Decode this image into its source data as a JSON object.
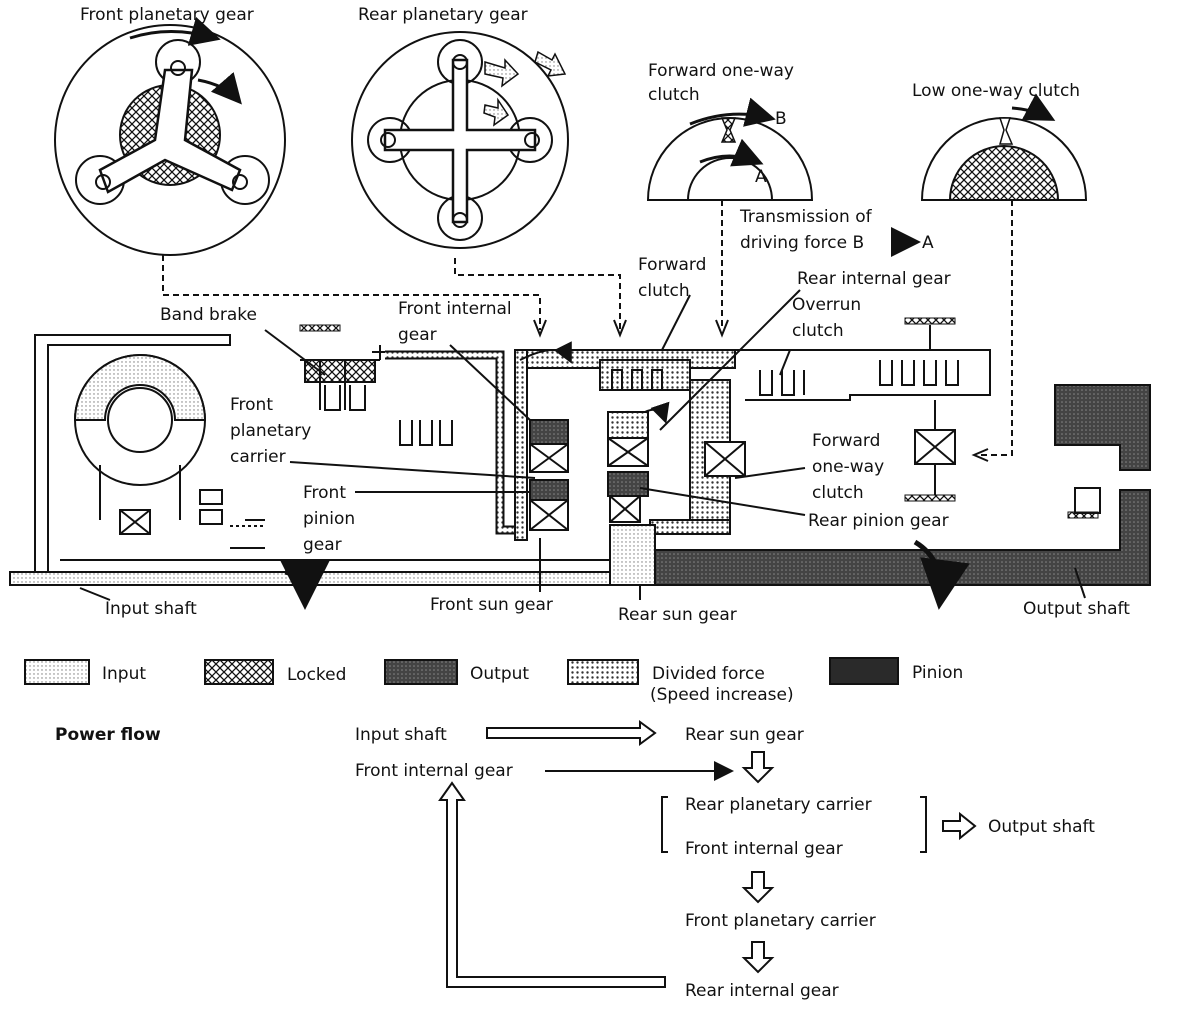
{
  "labels": {
    "front_planetary_gear": "Front planetary gear",
    "rear_planetary_gear": "Rear planetary gear",
    "forward_one_way_clutch_title_1": "Forward one-way",
    "forward_one_way_clutch_title_2": "clutch",
    "low_one_way_clutch": "Low one-way clutch",
    "point_a": "A",
    "point_b": "B",
    "transmission_1": "Transmission of",
    "transmission_2": "driving force B",
    "transmission_3": "A",
    "forward_clutch_1": "Forward",
    "forward_clutch_2": "clutch",
    "rear_internal_gear": "Rear internal gear",
    "overrun_clutch_1": "Overrun",
    "overrun_clutch_2": "clutch",
    "band_brake": "Band brake",
    "front_internal_gear_1": "Front internal",
    "front_internal_gear_2": "gear",
    "front_planetary_carrier_1": "Front",
    "front_planetary_carrier_2": "planetary",
    "front_planetary_carrier_3": "carrier",
    "front_pinion_gear_1": "Front",
    "front_pinion_gear_2": "pinion",
    "front_pinion_gear_3": "gear",
    "forward_owc_1": "Forward",
    "forward_owc_2": "one-way",
    "forward_owc_3": "clutch",
    "rear_pinion_gear": "Rear pinion gear",
    "input_shaft": "Input shaft",
    "front_sun_gear": "Front sun gear",
    "rear_sun_gear": "Rear sun gear",
    "output_shaft": "Output shaft"
  },
  "legend": {
    "input": "Input",
    "locked": "Locked",
    "output": "Output",
    "divided_force_1": "Divided force",
    "divided_force_2": "(Speed increase)",
    "pinion": "Pinion"
  },
  "power_flow": {
    "title": "Power flow",
    "input_shaft": "Input shaft",
    "rear_sun_gear": "Rear sun gear",
    "front_internal_gear": "Front internal gear",
    "rear_planetary_carrier": "Rear planetary carrier",
    "front_internal_gear_2": "Front internal gear",
    "output_shaft": "Output shaft",
    "front_planetary_carrier": "Front planetary carrier",
    "rear_internal_gear": "Rear internal gear"
  }
}
